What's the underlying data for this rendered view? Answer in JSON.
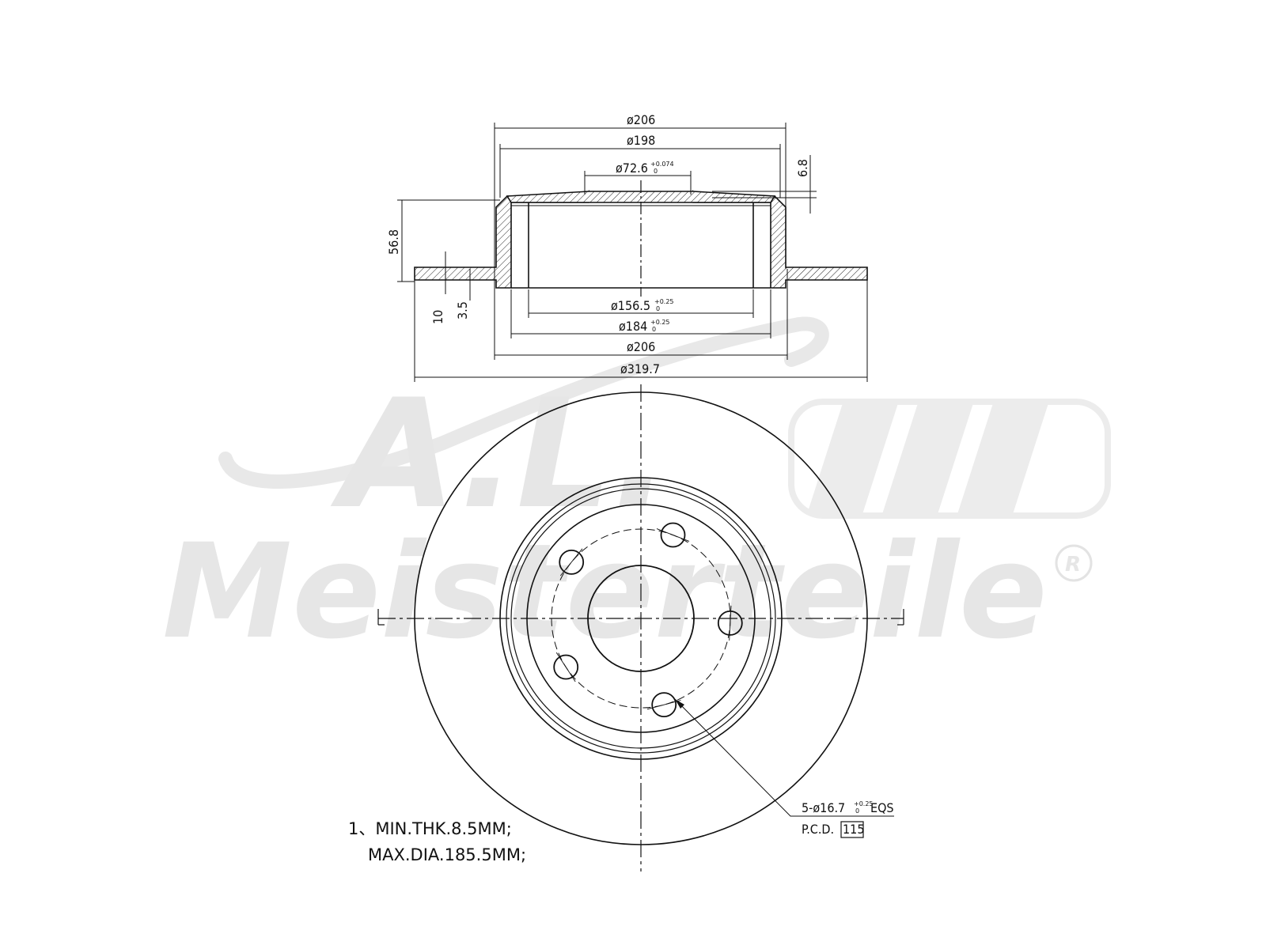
{
  "watermark": {
    "brand_line1": "A.L.",
    "brand_line2": "Meisterteile",
    "registered": "R"
  },
  "section_view": {
    "dimensions": {
      "outer_diameter_top": "ø206",
      "friction_diameter": "ø198",
      "center_bore": "ø72.6",
      "center_bore_tol_upper": "+0.074",
      "center_bore_tol_lower": "0",
      "hat_thickness": "6.8",
      "total_height": "56.8",
      "disc_thickness": "10",
      "offset_small": "3.5",
      "inner_diameter": "ø156.5",
      "inner_diameter_tol_upper": "+0.25",
      "inner_diameter_tol_lower": "0",
      "hat_inner_diameter": "ø184",
      "hat_inner_diameter_tol_upper": "+0.25",
      "hat_inner_diameter_tol_lower": "0",
      "hat_outer_diameter": "ø206",
      "overall_diameter": "ø319.7"
    }
  },
  "front_view": {
    "bolt_holes": {
      "count_label": "5-ø16.7",
      "tol_upper": "+0.25",
      "tol_lower": "0",
      "suffix": "EQS",
      "pcd_label": "P.C.D.",
      "pcd_value": "115"
    }
  },
  "notes": {
    "line1": "1、MIN.THK.8.5MM;",
    "line2": "MAX.DIA.185.5MM;"
  }
}
